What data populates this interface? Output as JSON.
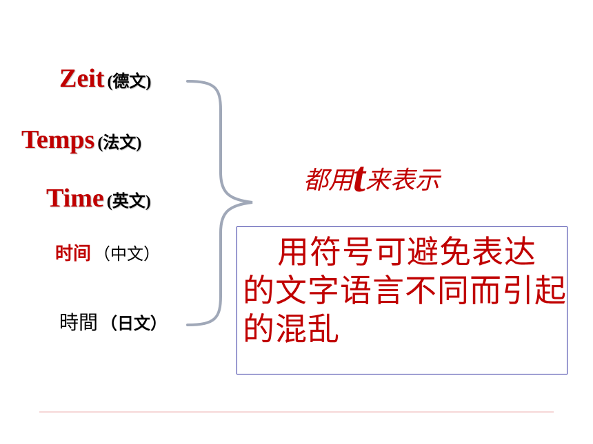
{
  "words": [
    {
      "text": "Zeit",
      "lang": "(德文)"
    },
    {
      "text": "Temps",
      "lang": "(法文)"
    },
    {
      "text": "Time",
      "lang": "(英文)"
    },
    {
      "text": "时间",
      "lang": "（中文）"
    },
    {
      "text": "時間",
      "lang": "（日文）"
    }
  ],
  "caption": {
    "prefix": "都用",
    "symbol": "t",
    "suffix": "来表示"
  },
  "note": {
    "text": "用符号可避免表达的文字语言不同而引起的混乱"
  },
  "colors": {
    "accent": "#c00000",
    "brace": "#a0a8b8",
    "box_border": "#2f2f9f",
    "rule": "#e08080"
  }
}
